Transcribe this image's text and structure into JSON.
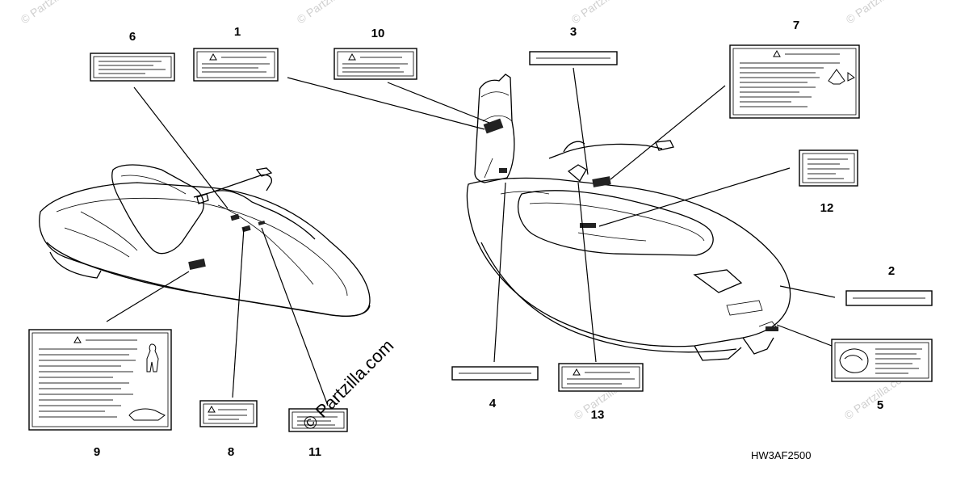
{
  "diagram": {
    "figure_code": "HW3AF2500",
    "watermark_main": "© Partzilla.com",
    "watermark_faint": "© Partzilla.com",
    "callouts": [
      {
        "id": "1",
        "label": "1"
      },
      {
        "id": "2",
        "label": "2"
      },
      {
        "id": "3",
        "label": "3"
      },
      {
        "id": "4",
        "label": "4"
      },
      {
        "id": "5",
        "label": "5"
      },
      {
        "id": "6",
        "label": "6"
      },
      {
        "id": "7",
        "label": "7"
      },
      {
        "id": "8",
        "label": "8"
      },
      {
        "id": "9",
        "label": "9"
      },
      {
        "id": "10",
        "label": "10"
      },
      {
        "id": "11",
        "label": "11"
      },
      {
        "id": "12",
        "label": "12"
      },
      {
        "id": "13",
        "label": "13"
      }
    ]
  }
}
